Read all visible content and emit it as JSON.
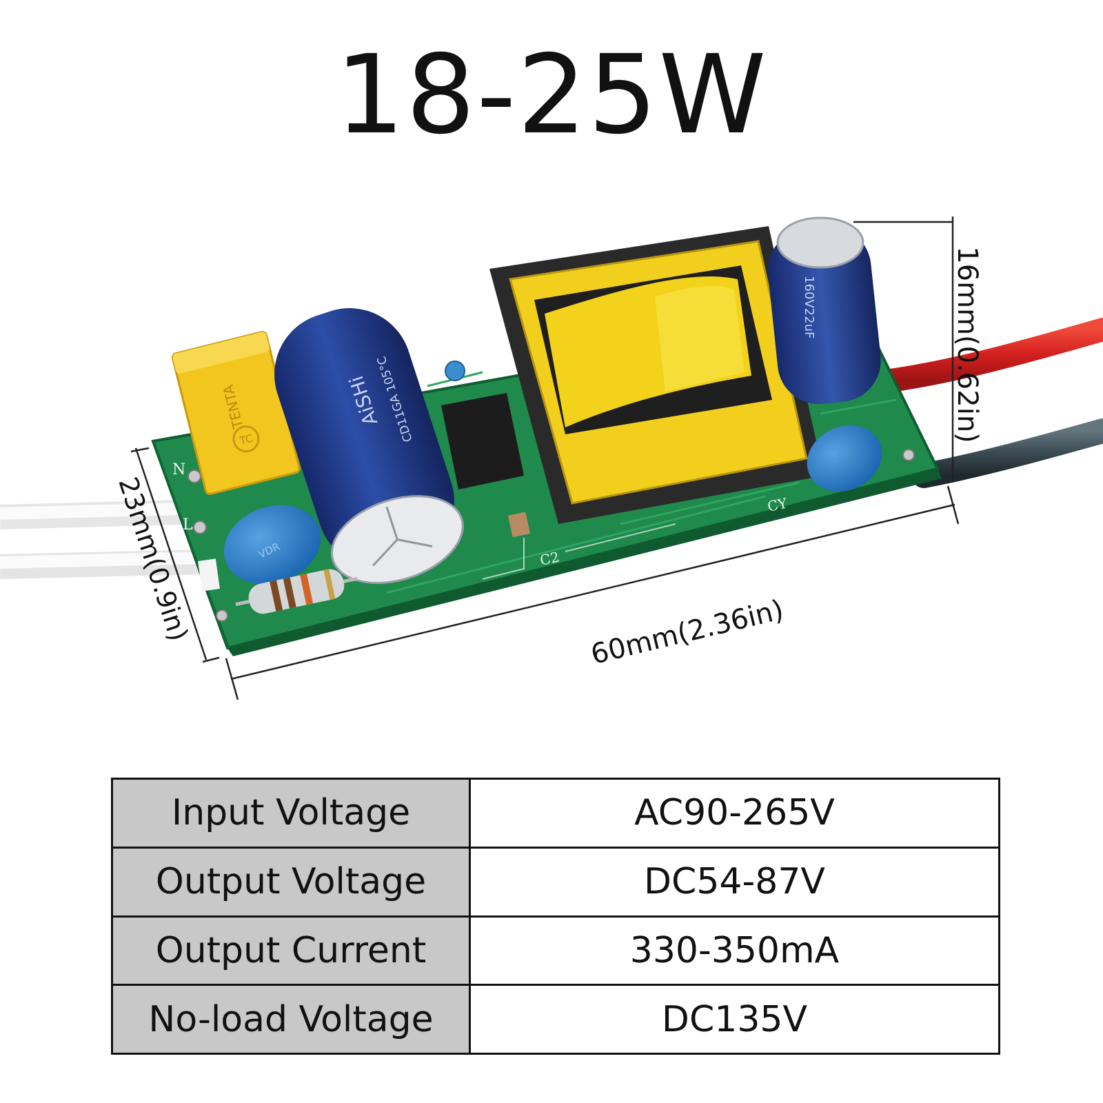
{
  "title": "18-25W",
  "product": {
    "dimensions": {
      "length": "60mm(2.36in)",
      "width": "23mm(0.9in)",
      "height": "16mm(0.62in)"
    },
    "board_markings": {
      "neutral": "N",
      "live": "L",
      "cap_c2": "C2",
      "cap_cy": "CY"
    },
    "x_cap_brand": "TENTA",
    "x_cap_logo": "TC",
    "main_cap_brand": "AiSHi",
    "main_cap_spec": "CD11GA 105°C",
    "small_cap_spec": "160V22uF",
    "varistor_label": "VDR"
  },
  "specs": [
    {
      "label": "Input Voltage",
      "value": "AC90-265V"
    },
    {
      "label": "Output Voltage",
      "value": "DC54-87V"
    },
    {
      "label": "Output Current",
      "value": "330-350mA"
    },
    {
      "label": "No-load Voltage",
      "value": "DC135V"
    }
  ],
  "colors": {
    "pcb": "#1f8a4c",
    "transformer_bobbin": "#f2cf1c",
    "transformer_core": "#2a2a2a",
    "capacitor": "#1f3c8c",
    "wire_red": "#d82020",
    "wire_black": "#38484f",
    "wire_white": "#f4f4f4",
    "table_label_bg": "#c8c8c8"
  }
}
